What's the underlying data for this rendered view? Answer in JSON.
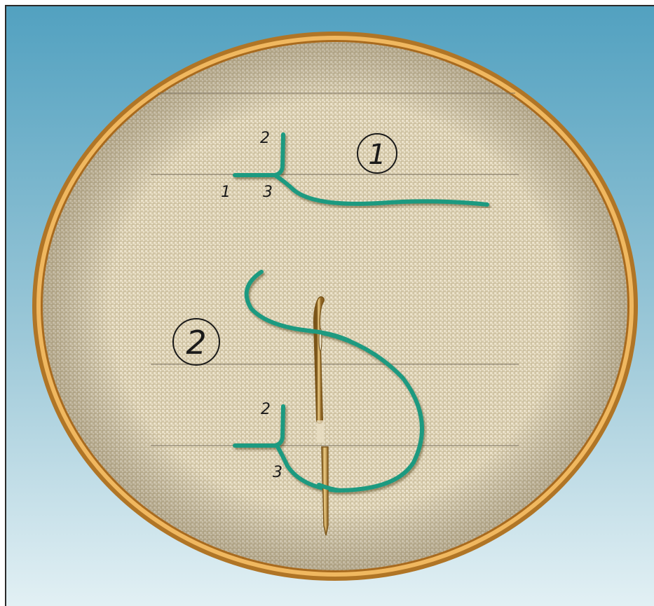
{
  "diagram": {
    "steps": [
      {
        "number": "1",
        "point_labels": [
          "1",
          "2",
          "3"
        ]
      },
      {
        "number": "2",
        "point_labels": [
          "2",
          "3"
        ]
      }
    ]
  },
  "colors": {
    "background_top": "#5aa7c4",
    "background_bottom": "#dceef3",
    "hoop": "#c98a2e",
    "fabric": "#d9cdb0",
    "thread": "#1f9a80",
    "needle": "#c8a060"
  }
}
